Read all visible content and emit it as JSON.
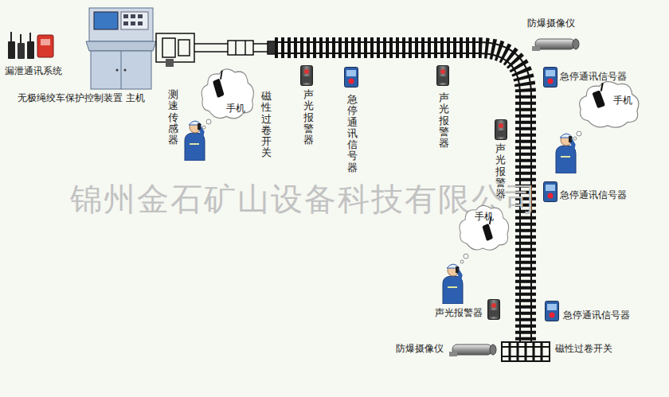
{
  "diagram": {
    "nodes": [
      {
        "text": [
          "手机"
        ]
      },
      {
        "text": [
          "手机"
        ]
      },
      {
        "text": [
          "手机"
        ]
      }
    ],
    "labels": [
      "漏泄通讯系统",
      "无极绳绞车保护控制装置 主机",
      "测速传感器",
      "磁性过卷开关",
      "声光报警器",
      "急停通讯信号器",
      "声光报警器",
      "防爆摄像仪",
      "急停通讯信号器",
      "声光报警器",
      "急停通讯信号器",
      "锦州金石矿山设备科技有限公司",
      "声光报警器",
      "急停通讯信号器",
      "防爆摄像仪",
      "磁性过卷开关"
    ]
  }
}
